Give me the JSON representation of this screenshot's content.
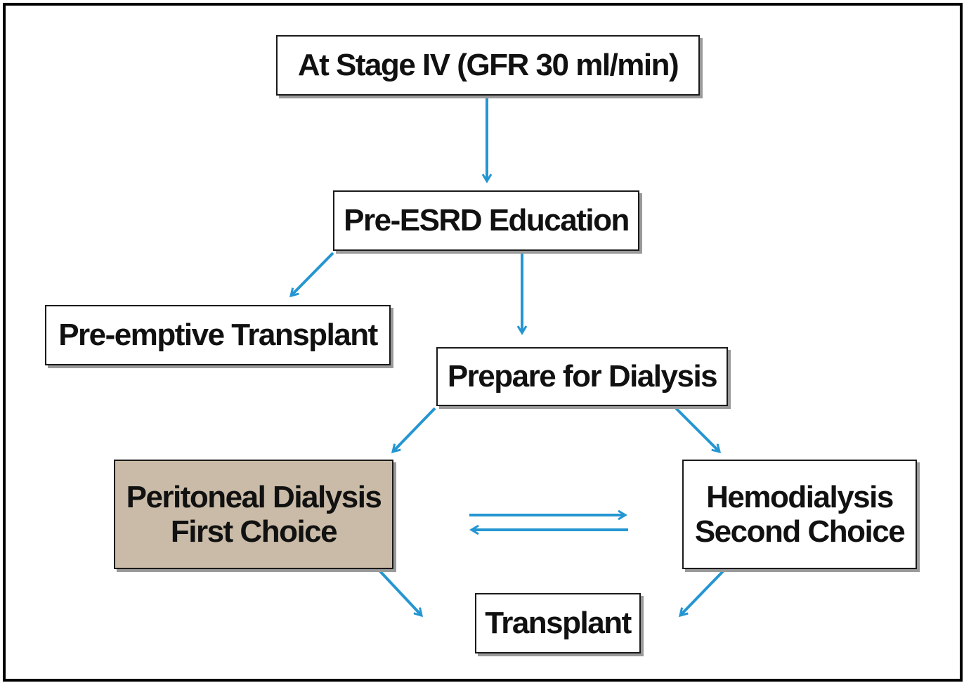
{
  "diagram": {
    "colors": {
      "arrow": "#2596d2",
      "box_border": "#1a1a1a",
      "highlight_fill": "#c9bba7",
      "frame": "#000000"
    },
    "nodes": {
      "stage": {
        "label": "At Stage IV (GFR 30 ml/min)"
      },
      "education": {
        "label": "Pre-ESRD Education"
      },
      "preemptive": {
        "label": "Pre-emptive Transplant"
      },
      "prepare": {
        "label": "Prepare for Dialysis"
      },
      "peritoneal": {
        "line1": "Peritoneal Dialysis",
        "line2": "First Choice"
      },
      "hemodialysis": {
        "line1": "Hemodialysis",
        "line2": "Second Choice"
      },
      "transplant": {
        "label": "Transplant"
      }
    },
    "edges": [
      {
        "from": "stage",
        "to": "education"
      },
      {
        "from": "education",
        "to": "preemptive"
      },
      {
        "from": "education",
        "to": "prepare"
      },
      {
        "from": "prepare",
        "to": "peritoneal"
      },
      {
        "from": "prepare",
        "to": "hemodialysis"
      },
      {
        "from": "peritoneal",
        "to": "hemodialysis"
      },
      {
        "from": "hemodialysis",
        "to": "peritoneal"
      },
      {
        "from": "peritoneal",
        "to": "transplant"
      },
      {
        "from": "hemodialysis",
        "to": "transplant"
      }
    ]
  }
}
